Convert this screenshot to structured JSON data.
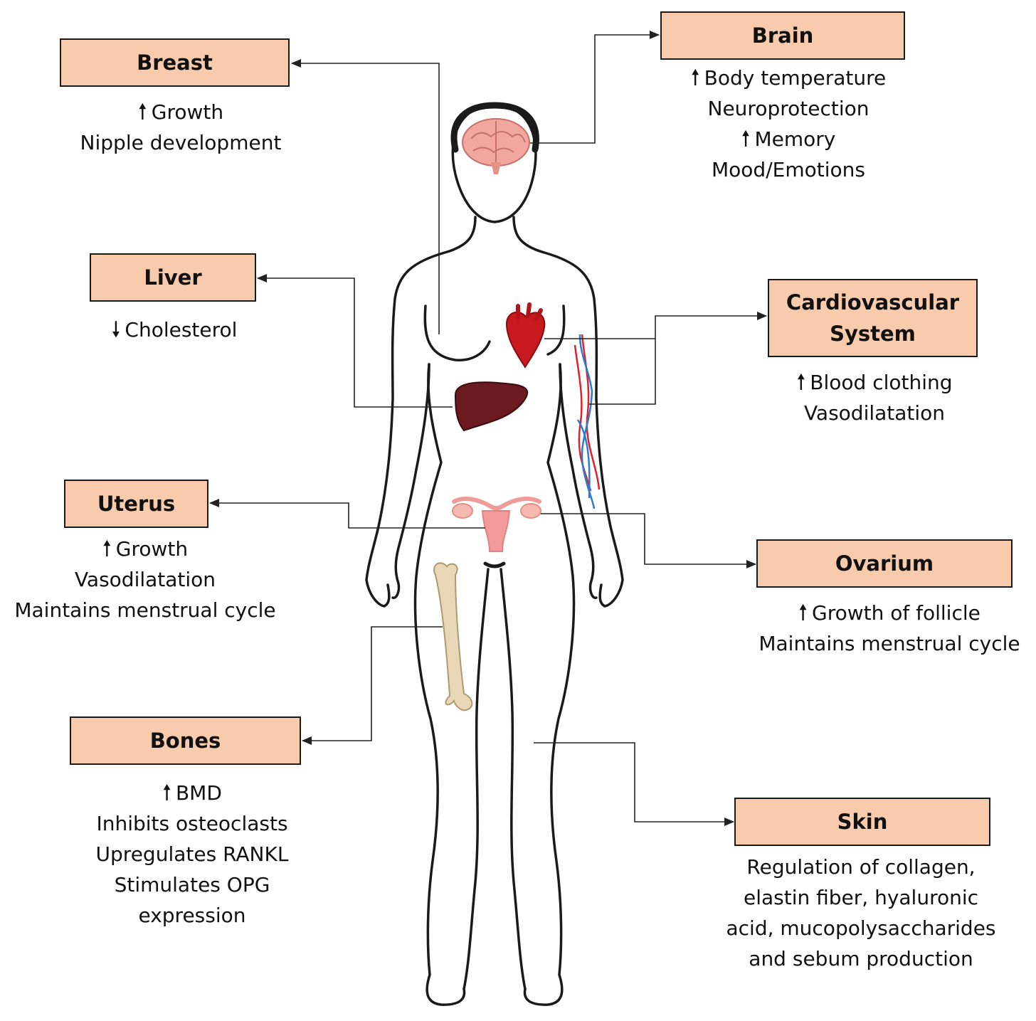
{
  "colors": {
    "box_fill": "#f8cbad",
    "box_border": "#1a1a1a",
    "connector": "#222222",
    "body_outline": "#1a1a1a",
    "artery": "#e3202a",
    "vein": "#2b7bd1"
  },
  "organs": {
    "breast": {
      "title": "Breast",
      "effects": [
        {
          "arrow": "up",
          "symbol": "🠕",
          "text": "Growth"
        },
        {
          "arrow": "none",
          "text": "Nipple development"
        }
      ]
    },
    "brain": {
      "title": "Brain",
      "effects": [
        {
          "arrow": "up",
          "symbol": "🠕",
          "text": "Body temperature"
        },
        {
          "arrow": "none",
          "text": "Neuroprotection"
        },
        {
          "arrow": "up",
          "symbol": "🠕",
          "text": "Memory"
        },
        {
          "arrow": "none",
          "text": "Mood/Emotions"
        }
      ]
    },
    "liver": {
      "title": "Liver",
      "effects": [
        {
          "arrow": "down",
          "symbol": "🠗",
          "text": "Cholesterol"
        }
      ]
    },
    "cardiovascular": {
      "title_line1": "Cardiovascular",
      "title_line2": "System",
      "effects": [
        {
          "arrow": "up",
          "symbol": "🠕",
          "text": "Blood clothing"
        },
        {
          "arrow": "none",
          "text": "Vasodilatation"
        }
      ]
    },
    "uterus": {
      "title": "Uterus",
      "effects": [
        {
          "arrow": "up",
          "symbol": "🠕",
          "text": "Growth"
        },
        {
          "arrow": "none",
          "text": "Vasodilatation"
        },
        {
          "arrow": "none",
          "text": "Maintains menstrual cycle"
        }
      ]
    },
    "ovarium": {
      "title": "Ovarium",
      "effects": [
        {
          "arrow": "up",
          "symbol": "🠕",
          "text": "Growth of follicle"
        },
        {
          "arrow": "none",
          "text": "Maintains menstrual cycle"
        }
      ]
    },
    "bones": {
      "title": "Bones",
      "effects": [
        {
          "arrow": "up",
          "symbol": "🠕",
          "text": "BMD"
        },
        {
          "arrow": "none",
          "text": "Inhibits osteoclasts"
        },
        {
          "arrow": "none",
          "text": "Upregulates RANKL"
        },
        {
          "arrow": "none",
          "text": "Stimulates OPG"
        },
        {
          "arrow": "none",
          "text": "expression"
        }
      ]
    },
    "skin": {
      "title": "Skin",
      "effects": [
        {
          "arrow": "none",
          "text": "Regulation of collagen,"
        },
        {
          "arrow": "none",
          "text": "elastin fiber, hyaluronic"
        },
        {
          "arrow": "none",
          "text": "acid, mucopolysaccharides"
        },
        {
          "arrow": "none",
          "text": "and sebum production"
        }
      ]
    }
  }
}
